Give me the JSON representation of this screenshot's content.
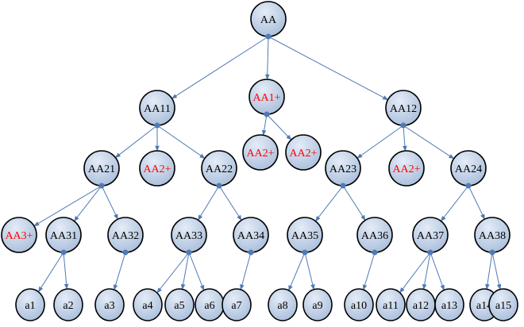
{
  "colors": {
    "node_fill_light": "#e4ecf7",
    "node_fill_dark": "#a9bedb",
    "node_stroke": "#000000",
    "edge": "#4f7ab5",
    "label_normal": "#000000",
    "label_highlight": "#ff0000"
  },
  "nodes": [
    {
      "id": "AA",
      "label": "AA",
      "highlight": false
    },
    {
      "id": "AA11",
      "label": "AA11",
      "highlight": false
    },
    {
      "id": "AA1p",
      "label": "AA1+",
      "highlight": true
    },
    {
      "id": "AA12",
      "label": "AA12",
      "highlight": false
    },
    {
      "id": "AA21",
      "label": "AA21",
      "highlight": false
    },
    {
      "id": "AA2p_a",
      "label": "AA2+",
      "highlight": true
    },
    {
      "id": "AA22",
      "label": "AA22",
      "highlight": false
    },
    {
      "id": "AA2p_b",
      "label": "AA2+",
      "highlight": true
    },
    {
      "id": "AA2p_c",
      "label": "AA2+",
      "highlight": true
    },
    {
      "id": "AA23",
      "label": "AA23",
      "highlight": false
    },
    {
      "id": "AA2p_d",
      "label": "AA2+",
      "highlight": true
    },
    {
      "id": "AA24",
      "label": "AA24",
      "highlight": false
    },
    {
      "id": "AA3p",
      "label": "AA3+",
      "highlight": true
    },
    {
      "id": "AA31",
      "label": "AA31",
      "highlight": false
    },
    {
      "id": "AA32",
      "label": "AA32",
      "highlight": false
    },
    {
      "id": "AA33",
      "label": "AA33",
      "highlight": false
    },
    {
      "id": "AA34",
      "label": "AA34",
      "highlight": false
    },
    {
      "id": "AA35",
      "label": "AA35",
      "highlight": false
    },
    {
      "id": "AA36",
      "label": "AA36",
      "highlight": false
    },
    {
      "id": "AA37",
      "label": "AA37",
      "highlight": false
    },
    {
      "id": "AA38",
      "label": "AA38",
      "highlight": false
    },
    {
      "id": "a1",
      "label": "a1",
      "highlight": false
    },
    {
      "id": "a2",
      "label": "a2",
      "highlight": false
    },
    {
      "id": "a3",
      "label": "a3",
      "highlight": false
    },
    {
      "id": "a4",
      "label": "a4",
      "highlight": false
    },
    {
      "id": "a5",
      "label": "a5",
      "highlight": false
    },
    {
      "id": "a6",
      "label": "a6",
      "highlight": false
    },
    {
      "id": "a7",
      "label": "a7",
      "highlight": false
    },
    {
      "id": "a8",
      "label": "a8",
      "highlight": false
    },
    {
      "id": "a9",
      "label": "a9",
      "highlight": false
    },
    {
      "id": "a10",
      "label": "a10",
      "highlight": false
    },
    {
      "id": "a11",
      "label": "a11",
      "highlight": false
    },
    {
      "id": "a12",
      "label": "a12",
      "highlight": false
    },
    {
      "id": "a13",
      "label": "a13",
      "highlight": false
    },
    {
      "id": "a14",
      "label": "a14",
      "highlight": false
    },
    {
      "id": "a15",
      "label": "a15",
      "highlight": false
    }
  ],
  "edges": [
    [
      "AA",
      "AA11"
    ],
    [
      "AA",
      "AA1p"
    ],
    [
      "AA",
      "AA12"
    ],
    [
      "AA11",
      "AA21"
    ],
    [
      "AA11",
      "AA2p_a"
    ],
    [
      "AA11",
      "AA22"
    ],
    [
      "AA1p",
      "AA2p_b"
    ],
    [
      "AA1p",
      "AA2p_c"
    ],
    [
      "AA12",
      "AA23"
    ],
    [
      "AA12",
      "AA2p_d"
    ],
    [
      "AA12",
      "AA24"
    ],
    [
      "AA21",
      "AA3p"
    ],
    [
      "AA21",
      "AA31"
    ],
    [
      "AA21",
      "AA32"
    ],
    [
      "AA22",
      "AA33"
    ],
    [
      "AA22",
      "AA34"
    ],
    [
      "AA23",
      "AA35"
    ],
    [
      "AA23",
      "AA36"
    ],
    [
      "AA24",
      "AA37"
    ],
    [
      "AA24",
      "AA38"
    ],
    [
      "AA31",
      "a1"
    ],
    [
      "AA31",
      "a2"
    ],
    [
      "AA32",
      "a3"
    ],
    [
      "AA33",
      "a4"
    ],
    [
      "AA33",
      "a5"
    ],
    [
      "AA33",
      "a6"
    ],
    [
      "AA34",
      "a7"
    ],
    [
      "AA35",
      "a8"
    ],
    [
      "AA35",
      "a9"
    ],
    [
      "AA36",
      "a10"
    ],
    [
      "AA37",
      "a11"
    ],
    [
      "AA37",
      "a12"
    ],
    [
      "AA37",
      "a13"
    ],
    [
      "AA38",
      "a14"
    ],
    [
      "AA38",
      "a15"
    ]
  ]
}
